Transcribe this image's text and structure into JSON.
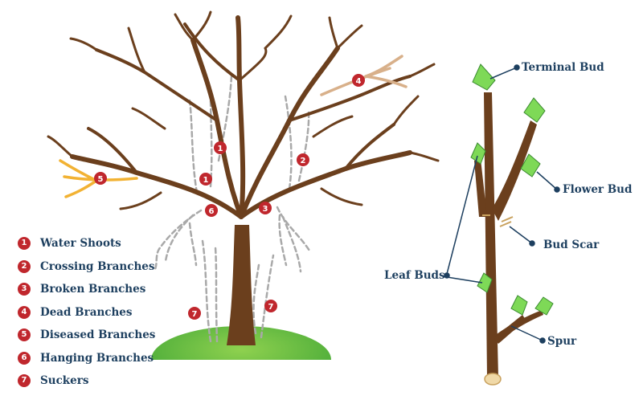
{
  "legend": [
    {
      "number": "1",
      "label": "Water Shoots"
    },
    {
      "number": "2",
      "label": "Crossing Branches"
    },
    {
      "number": "3",
      "label": "Broken Branches"
    },
    {
      "number": "4",
      "label": "Dead Branches"
    },
    {
      "number": "5",
      "label": "Diseased Branches"
    },
    {
      "number": "6",
      "label": "Hanging Branches"
    },
    {
      "number": "7",
      "label": "Suckers"
    }
  ],
  "branch_labels": {
    "terminal_bud": "Terminal Bud",
    "flower_bud": "Flower Bud",
    "bud_scar": "Bud Scar",
    "leaf_buds": "Leaf Buds",
    "spur": "Spur"
  },
  "colors": {
    "marker": "#c0272d",
    "label_text": "#1d3f5f",
    "trunk": "#6b3f1d",
    "ground": "#6cbf3a",
    "bud": "#7ed957",
    "dead_branch": "#d8b08a",
    "diseased_branch": "#f2b233"
  }
}
